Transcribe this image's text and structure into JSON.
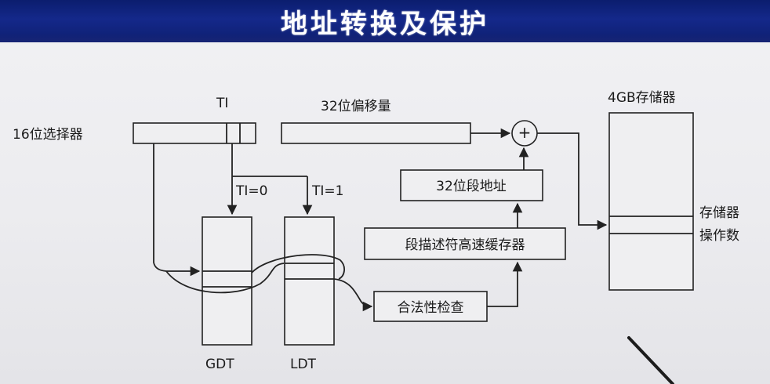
{
  "title": "地址转换及保护",
  "labels": {
    "ti": "TI",
    "selector": "16位选择器",
    "offset": "32位偏移量",
    "memory": "4GB存储器",
    "ti0": "TI=0",
    "ti1": "TI=1",
    "segment_address": "32位段地址",
    "descriptor_cache": "段描述符高速缓存器",
    "memory_operand_line1": "存储器",
    "memory_operand_line2": "操作数",
    "validity_check": "合法性检查",
    "gdt": "GDT",
    "ldt": "LDT",
    "adder": "+"
  }
}
